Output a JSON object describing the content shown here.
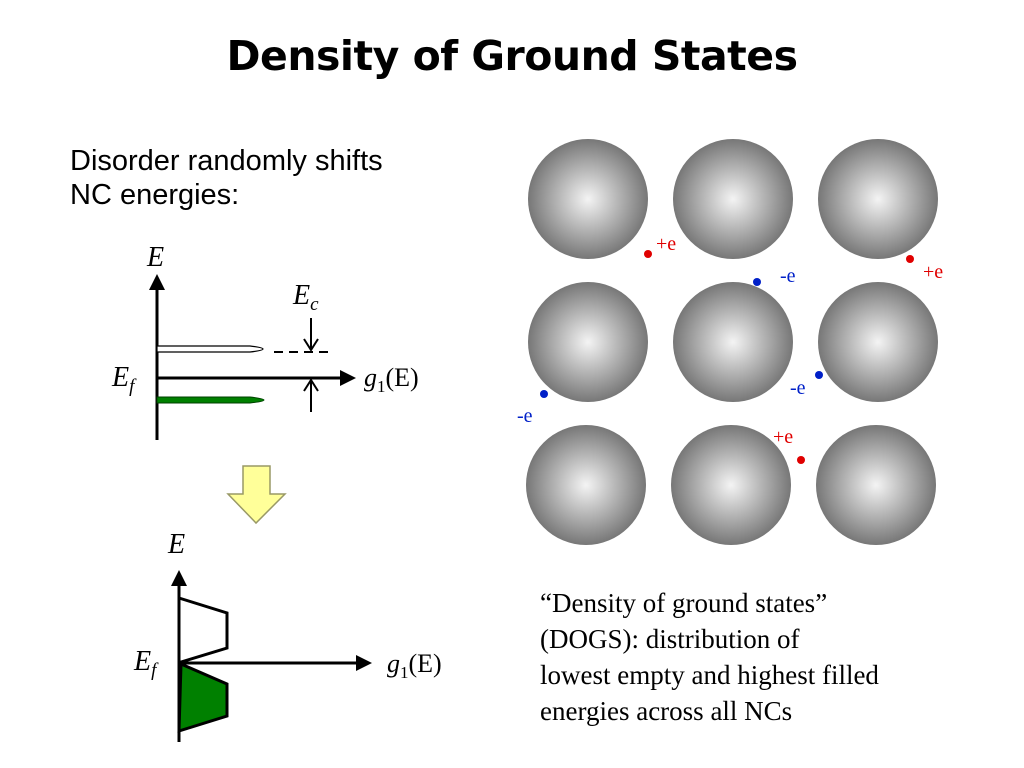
{
  "slide": {
    "title": "Density of Ground States",
    "intro_lines": [
      "Disorder randomly shifts",
      "NC energies:"
    ],
    "caption_lines": [
      "“Density of ground states”",
      "(DOGS): distribution of",
      "lowest empty and highest filled",
      "energies across all NCs"
    ]
  },
  "top_diagram": {
    "axis_label": "E",
    "fermi_label_main": "E",
    "fermi_label_sub": "f",
    "charging_label_main": "E",
    "charging_label_sub": "c",
    "dos_label_g": "g",
    "dos_label_sub": "1",
    "dos_label_arg": "(E)"
  },
  "bottom_diagram": {
    "axis_label": "E",
    "fermi_label_main": "E",
    "fermi_label_sub": "f",
    "dos_label_g": "g",
    "dos_label_sub": "1",
    "dos_label_arg": "(E)"
  },
  "nanocrystal_lattice": {
    "charges": [
      {
        "label": "+e",
        "sign": "positive"
      },
      {
        "label": "-e",
        "sign": "negative"
      },
      {
        "label": "+e",
        "sign": "positive"
      },
      {
        "label": "-e",
        "sign": "negative"
      },
      {
        "label": "-e",
        "sign": "negative"
      },
      {
        "label": "+e",
        "sign": "positive"
      }
    ]
  },
  "colors": {
    "positive_charge": "#e00000",
    "negative_charge": "#0020c8",
    "filled_states": "#008000",
    "arrow_fill": "#ffff99",
    "arrow_stroke": "#999966",
    "sphere_center": "#f4f4f4",
    "sphere_edge": "#777777"
  }
}
